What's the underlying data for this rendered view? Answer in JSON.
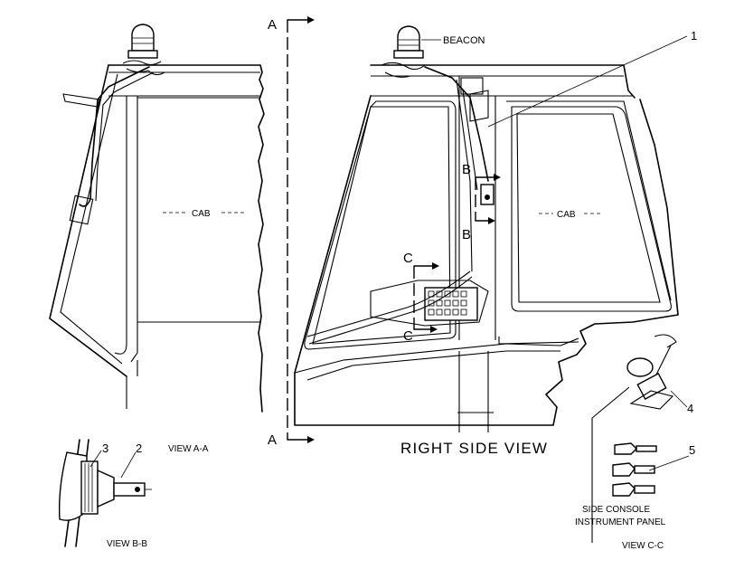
{
  "labels": {
    "beacon": "BEACON",
    "cab_left": "CAB",
    "cab_right": "CAB",
    "right_side_view": "RIGHT SIDE VIEW",
    "view_aa": "VIEW A-A",
    "view_bb": "VIEW B-B",
    "view_cc": "VIEW C-C",
    "side_console_line1": "SIDE CONSOLE",
    "side_console_line2": "INSTRUMENT PANEL"
  },
  "section_marks": {
    "a_top": "A",
    "a_bottom": "A",
    "b_top": "B",
    "b_bottom": "B",
    "c_top": "C",
    "c_bottom": "C"
  },
  "callouts": {
    "c1": "1",
    "c2": "2",
    "c3": "3",
    "c4": "4",
    "c5": "5"
  }
}
